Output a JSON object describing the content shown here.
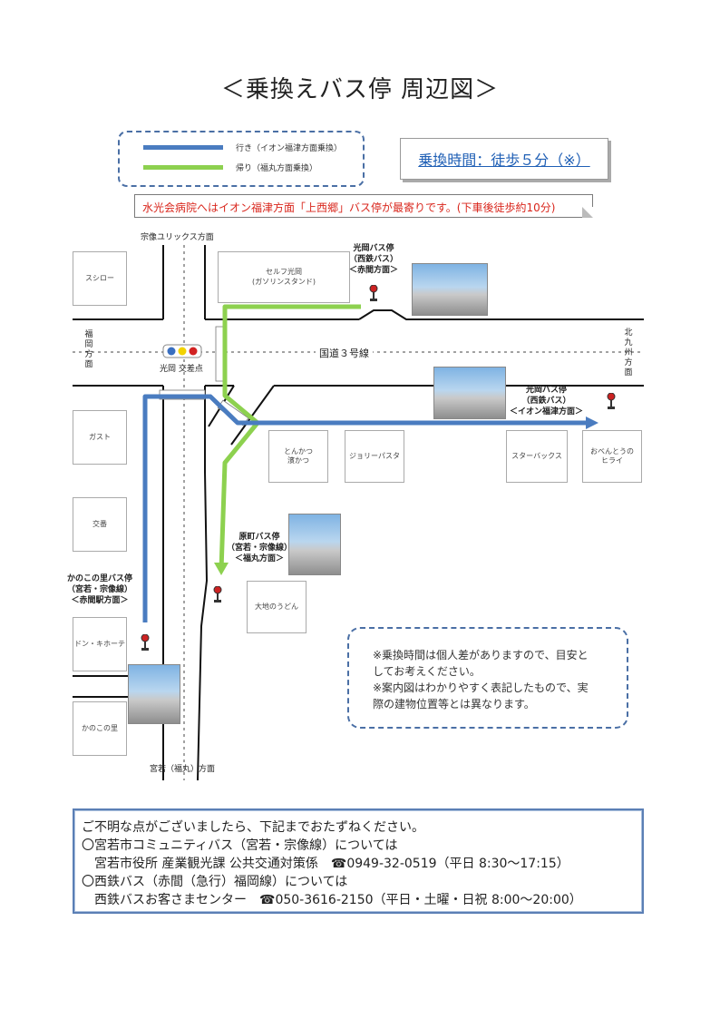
{
  "title": "＜乗換えバス停 周辺図＞",
  "legend": {
    "outbound": "行き（イオン福津方面乗換）",
    "return": "帰り（福丸方面乗換）",
    "outbound_color": "#4a7cc0",
    "return_color": "#8dd14f"
  },
  "transfer_time": "乗換時間：徒歩５分（※）",
  "notice": "水光会病院へはイオン福津方面「上西郷」バス停が最寄りです。(下車後徒歩約10分)",
  "map": {
    "dir_munakata": "宗像ユリックス方面",
    "dir_fukuoka": [
      "福",
      "岡",
      "方",
      "面"
    ],
    "dir_kitakyushu": [
      "北",
      "九",
      "州",
      "方",
      "面"
    ],
    "dir_miyawaka": "宮若（福丸）方面",
    "route3": "国道３号線",
    "intersection": "光岡 交差点",
    "buildings": {
      "sushiro": "スシロー",
      "self_line1": "セルフ光岡",
      "self_line2": "(ガソリンスタンド)",
      "gusto": "ガスト",
      "koban": "交番",
      "donki": "ドン・キホーテ",
      "kanokonosato": "かのこの里",
      "tonkatsu_line1": "とんかつ",
      "tonkatsu_line2": "濱かつ",
      "jolly": "ジョリーパスタ",
      "starbucks": "スターバックス",
      "obento_line1": "おべんとうの",
      "obento_line2": "ヒライ",
      "udon": "大地のうどん"
    },
    "stops": {
      "mitsuoka_west": [
        "光岡バス停",
        "（西鉄バス）",
        "＜赤間方面＞"
      ],
      "mitsuoka_east": [
        "光岡バス停",
        "（西鉄バス）",
        "＜イオン福津方面＞"
      ],
      "haramachi": [
        "原町バス停",
        "（宮若・宗像線）",
        "＜福丸方面＞"
      ],
      "kanokonosato": [
        "かのこの里バス停",
        "（宮若・宗像線）",
        "＜赤間駅方面＞"
      ]
    }
  },
  "notes": [
    "※乗換時間は個人差がありますので、目安と",
    "してお考えください。",
    "※案内図はわかりやすく表記したもので、実",
    "際の建物位置等とは異なります。"
  ],
  "contact": [
    "ご不明な点がございましたら、下記までおたずねください。",
    "〇宮若市コミュニティバス（宮若・宗像線）については",
    "宮若市役所 産業観光課 公共交通対策係　☎0949-32-0519（平日 8:30～17:15）",
    "〇西鉄バス（赤間（急行）福岡線）については",
    "西鉄バスお客さまセンター　☎050-3616-2150（平日・土曜・日祝 8:00～20:00）"
  ]
}
